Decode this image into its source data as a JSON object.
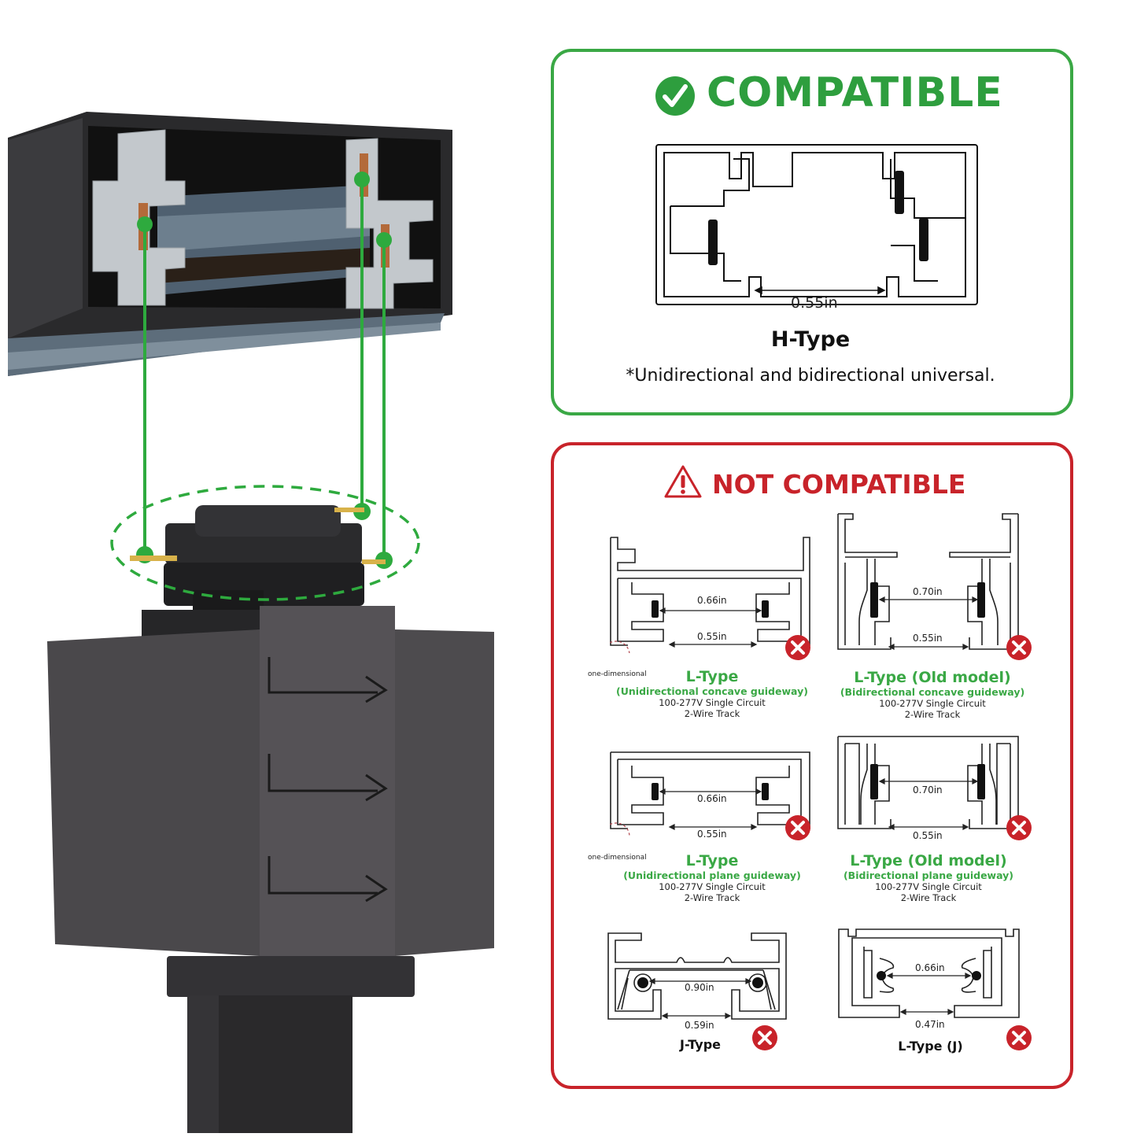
{
  "compatible": {
    "heading": "COMPATIBLE",
    "icon": "check-circle-icon",
    "color": "#2e9e3e",
    "track": {
      "name": "H-Type",
      "dimension": "0.55in",
      "note": "*Unidirectional and bidirectional universal."
    }
  },
  "not_compatible": {
    "heading": "NOT COMPATIBLE",
    "icon": "warning-triangle-icon",
    "color": "#c8232a",
    "marker_icon": "x-circle-icon",
    "tracks": [
      {
        "name": "L-Type",
        "subtitle": "(Unidirectional concave guideway)",
        "spec_line1": "100-277V Single Circuit",
        "spec_line2": "2-Wire Track",
        "dim_top": "0.66in",
        "dim_bottom": "0.55in",
        "callout": "one-dimensional"
      },
      {
        "name": "L-Type (Old model)",
        "subtitle": "(Bidirectional concave guideway)",
        "spec_line1": "100-277V Single Circuit",
        "spec_line2": "2-Wire Track",
        "dim_top": "0.70in",
        "dim_bottom": "0.55in"
      },
      {
        "name": "L-Type",
        "subtitle": "(Unidirectional plane guideway)",
        "spec_line1": "100-277V Single Circuit",
        "spec_line2": "2-Wire Track",
        "dim_top": "0.66in",
        "dim_bottom": "0.55in",
        "callout": "one-dimensional"
      },
      {
        "name": "L-Type (Old model)",
        "subtitle": "(Bidirectional plane guideway)",
        "spec_line1": "100-277V Single Circuit",
        "spec_line2": "2-Wire Track",
        "dim_top": "0.70in",
        "dim_bottom": "0.55in"
      },
      {
        "name": "J-Type",
        "dim_top": "0.90in",
        "dim_bottom": "0.59in"
      },
      {
        "name": "L-Type (J)",
        "dim_top": "0.66in",
        "dim_bottom": "0.47in"
      }
    ]
  },
  "product": {
    "track_rail": "black-track-rail-cross-section",
    "adapter": "track-light-adapter",
    "connector_color": "#3aa845",
    "contact_points": 3
  }
}
